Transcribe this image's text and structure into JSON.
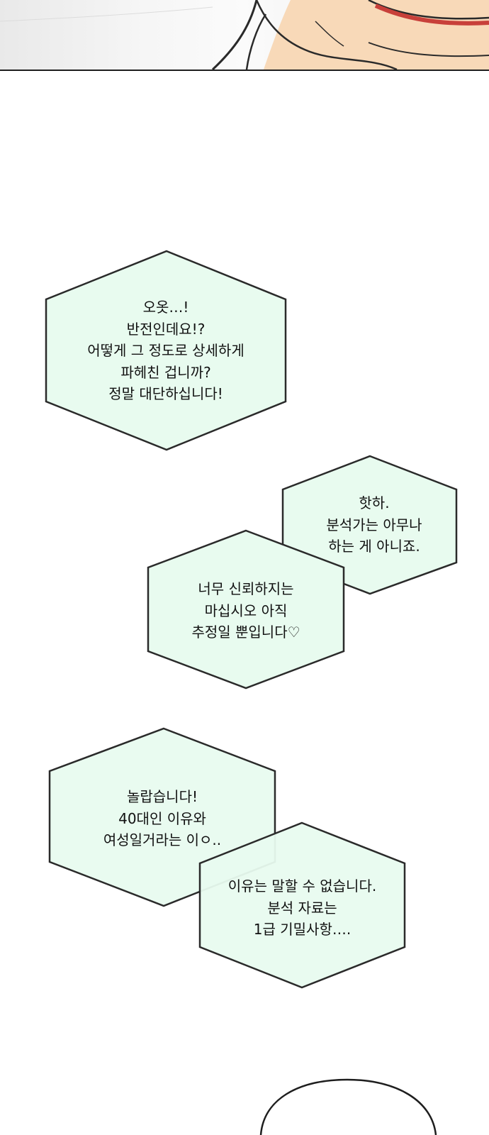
{
  "bubbles": [
    {
      "lines": [
        "오옷…!",
        "반전인데요!?",
        "어떻게 그 정도로 상세하게",
        "파헤친 겁니까?",
        "정말 대단하십니다!"
      ]
    },
    {
      "lines": [
        "핫하.",
        "분석가는 아무나",
        "하는 게 아니죠."
      ]
    },
    {
      "lines": [
        "너무 신뢰하지는",
        "마십시오 아직",
        "추정일 뿐입니다♡"
      ]
    },
    {
      "lines": [
        "놀랍습니다!",
        "40대인 이유와",
        "여성일거라는 이ㅇ.."
      ]
    },
    {
      "lines": [
        "이유는 말할 수 없습니다.",
        "분석 자료는",
        "1급 기밀사항…."
      ]
    }
  ],
  "colors": {
    "bubble_fill": "#e8fbef",
    "bubble_stroke": "#2a2a2a",
    "background": "#ffffff"
  }
}
